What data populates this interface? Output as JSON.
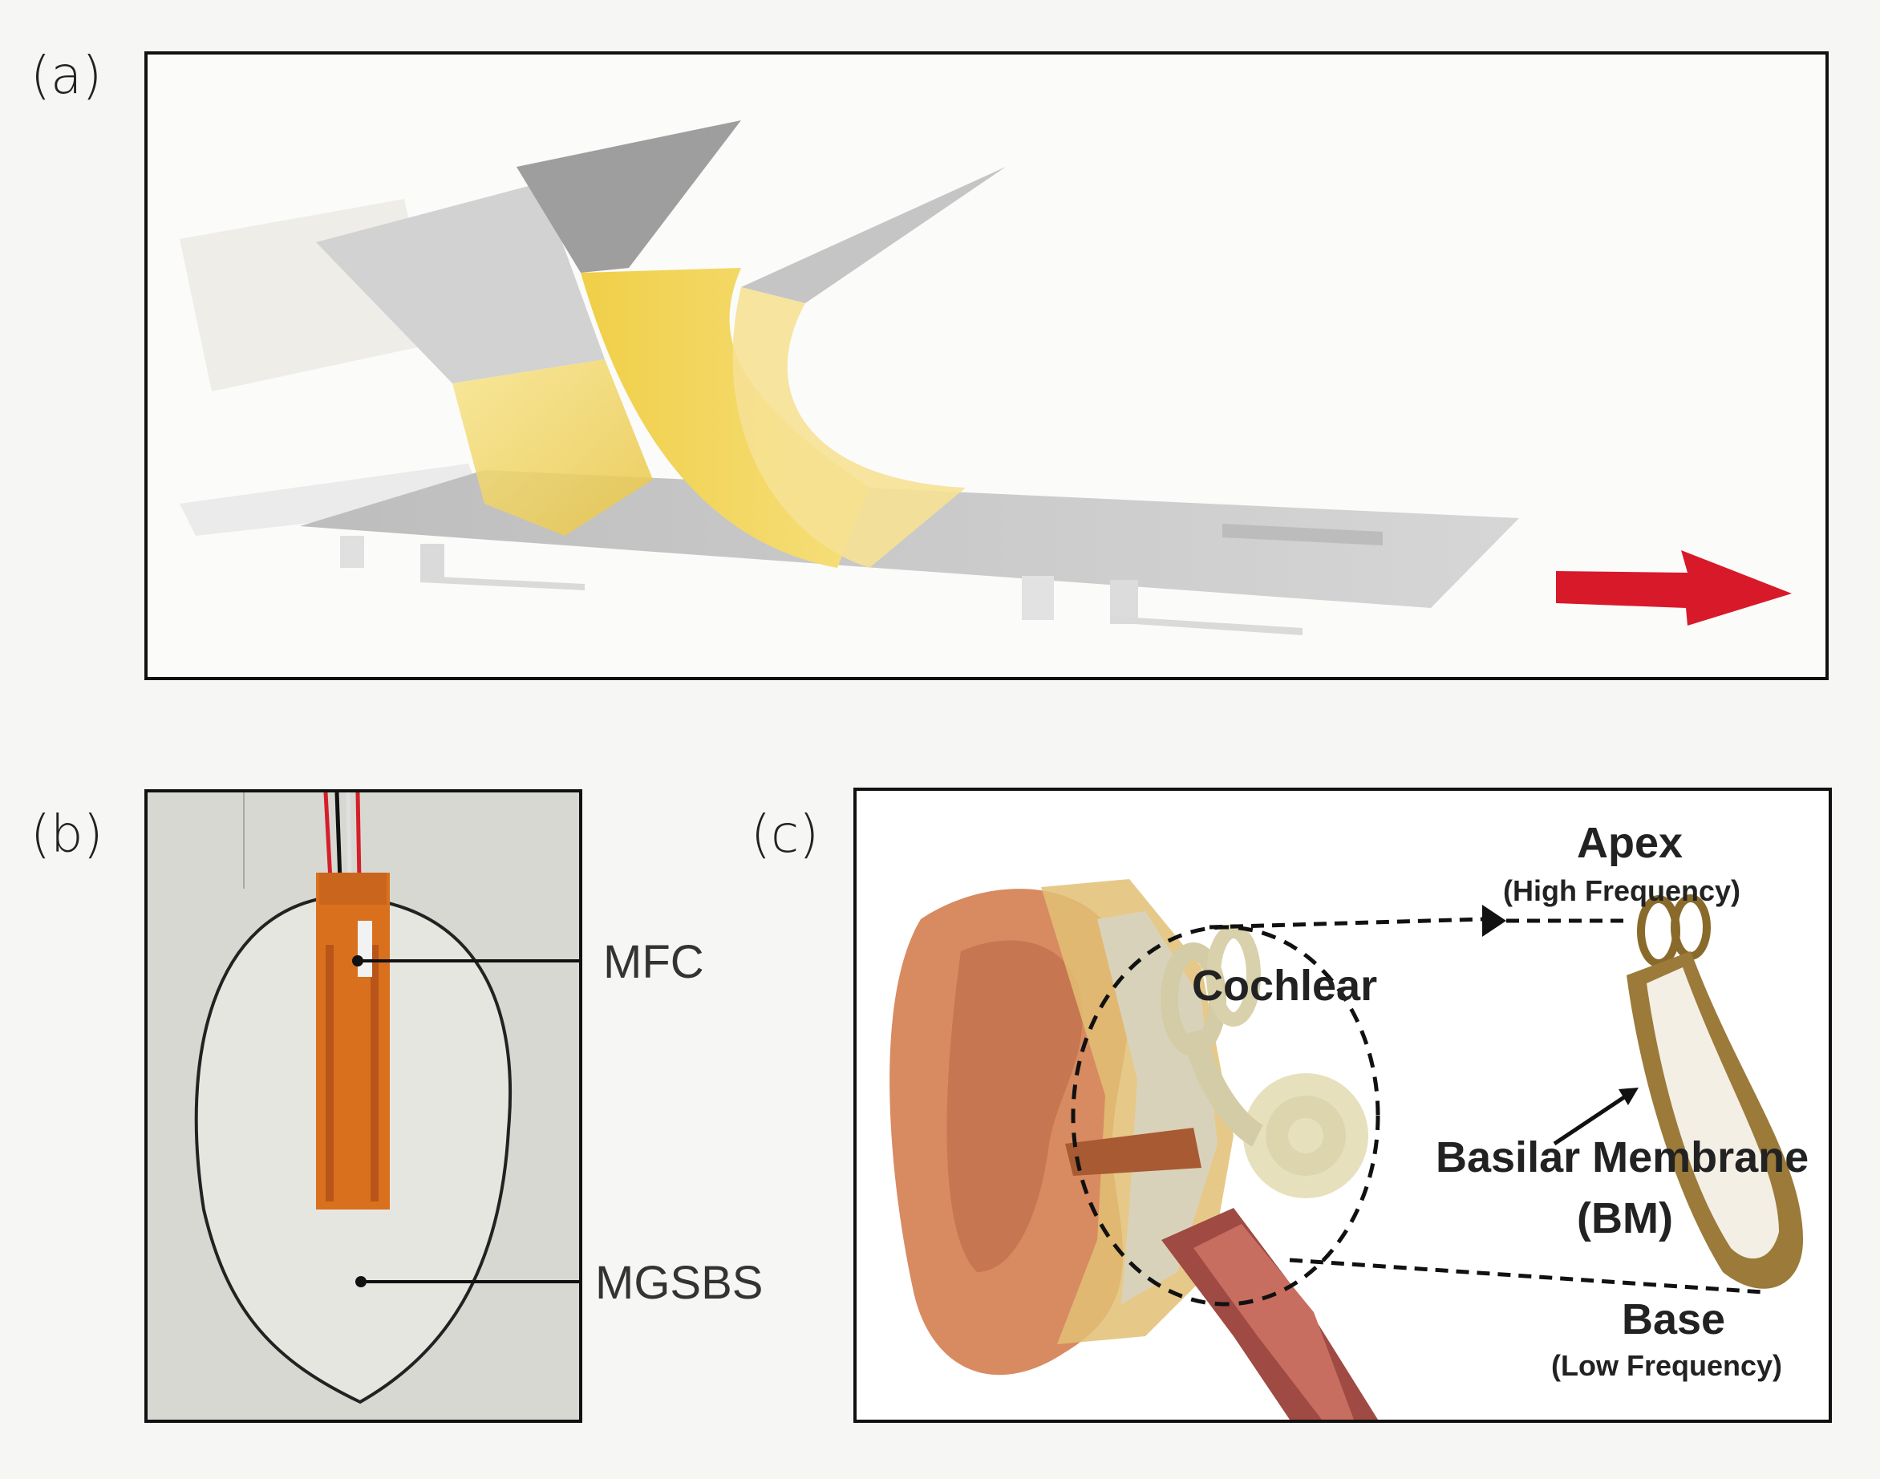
{
  "panels": {
    "a": {
      "label": "(a)"
    },
    "b": {
      "label": "(b)",
      "callouts": {
        "mfc": "MFC",
        "mgsbs": "MGSBS"
      }
    },
    "c": {
      "label": "(c)",
      "cochlear": "Cochlear",
      "apex": "Apex",
      "apex_sub": "(High Frequency)",
      "basilar_membrane": "Basilar Membrane",
      "bm_abbrev": "(BM)",
      "base": "Base",
      "base_sub": "(Low Frequency)"
    }
  },
  "colors": {
    "frame": "#111111",
    "arrow": "#d8192a",
    "membrane_yellow": "#f2d75a",
    "plate_gray": "#c9c9c9",
    "mfc_orange": "#d9701e",
    "ear_skin": "#d88a61"
  }
}
